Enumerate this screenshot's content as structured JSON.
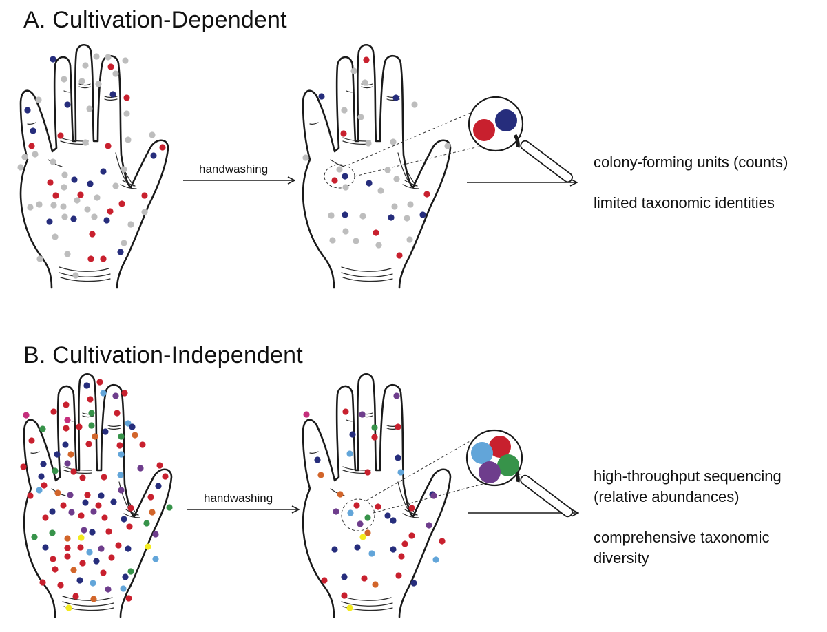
{
  "panel_a": {
    "title": "A. Cultivation-Dependent",
    "arrow_label": "handwashing",
    "outcome_line1": "colony-forming units (counts)",
    "outcome_line2": "limited taxonomic identities"
  },
  "panel_b": {
    "title": "B. Cultivation-Independent",
    "arrow_label": "handwashing",
    "outcome_line1": "high-throughput sequencing (relative abundances)",
    "outcome_line2": "comprehensive taxonomic diversity"
  },
  "colors": {
    "gray": "#bdbdbd",
    "red": "#c8202e",
    "navy": "#262d7c",
    "light_blue": "#62a5d9",
    "green": "#37934a",
    "purple": "#6e3d8c",
    "orange": "#d2652a",
    "yellow": "#f3ea1f",
    "magenta": "#c52f7c"
  },
  "magnifier_a_colonies": [
    "red",
    "navy"
  ],
  "magnifier_b_colonies": [
    "red",
    "light_blue",
    "green",
    "purple"
  ]
}
